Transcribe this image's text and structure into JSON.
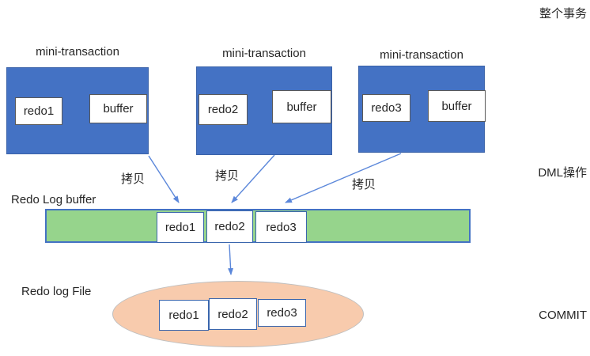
{
  "colors": {
    "mini-box-fill": "#4472c4",
    "mini-box-border": "#3a62a8",
    "inner-box-border": "#595959",
    "red-arrow": "#e8112d",
    "connector-blue": "#5b87da",
    "buffer-fill": "#96d48c",
    "buffer-border": "#4472c4",
    "entry-border": "#3a66ad",
    "file-fill": "#f8cbad",
    "file-border": "#bfbfbf",
    "text": "#262626"
  },
  "mini_transactions": [
    {
      "title": "mini-transaction",
      "redo_label": "redo1",
      "buffer_label": "buffer",
      "copy_label": "拷贝"
    },
    {
      "title": "mini-transaction",
      "redo_label": "redo2",
      "buffer_label": "buffer",
      "copy_label": "拷贝"
    },
    {
      "title": "mini-transaction",
      "redo_label": "redo3",
      "buffer_label": "buffer",
      "copy_label": "拷贝"
    }
  ],
  "redo_log_buffer": {
    "label": "Redo Log buffer",
    "entries": [
      "redo1",
      "redo2",
      "redo3"
    ]
  },
  "redo_log_file": {
    "label": "Redo log File",
    "entries": [
      "redo1",
      "redo2",
      "redo3"
    ]
  },
  "right_labels": {
    "whole_transaction": "整个事务",
    "dml_operation": "DML操作",
    "commit": "COMMIT"
  }
}
